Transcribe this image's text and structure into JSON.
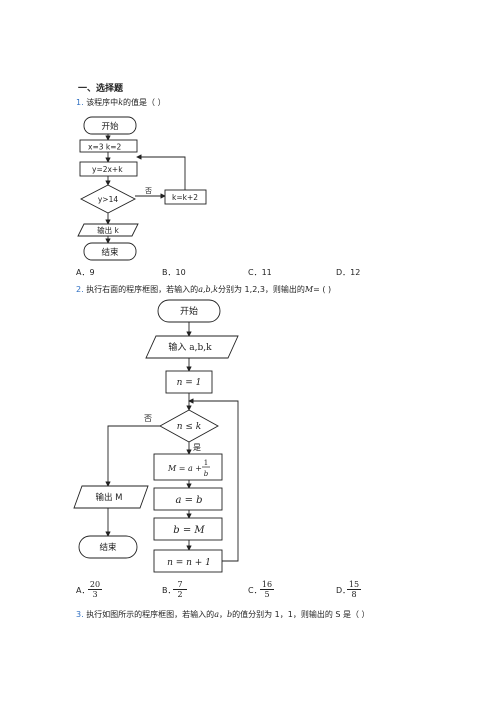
{
  "section_title": "一、选择题",
  "q1": {
    "num": "1.",
    "stem_a": "该程序中",
    "var": "k",
    "stem_b": "的值是（    ）",
    "flow": {
      "start": "开始",
      "init": "x=3  k=2",
      "assign": "y=2x+k",
      "cond": "y>14",
      "no": "否",
      "incr": "k=k+2",
      "output": "输出 k",
      "end": "结束"
    },
    "options": [
      {
        "label": "A．9"
      },
      {
        "label": "B．10"
      },
      {
        "label": "C．11"
      },
      {
        "label": "D．12"
      }
    ]
  },
  "q2": {
    "num": "2.",
    "stem_a": "执行右面的程序框图，若输入的",
    "vars": "a,b,k",
    "stem_b": "分别为 1,2,3，则输出的",
    "m": "M",
    "stem_c": "= ( )",
    "flow": {
      "start": "开始",
      "input": "输入 a,b,k",
      "init": "n = 1",
      "cond": "n ≤ k",
      "no": "否",
      "yes": "是",
      "m_assign_a": "M = a +",
      "m_frac_num": "1",
      "m_frac_den": "b",
      "a_assign": "a = b",
      "b_assign": "b = M",
      "n_incr": "n = n + 1",
      "output": "输出  M",
      "end": "结束"
    },
    "options": [
      {
        "letter": "A．",
        "num": "20",
        "den": "3"
      },
      {
        "letter": "B．",
        "num": "7",
        "den": "2"
      },
      {
        "letter": "C．",
        "num": "16",
        "den": "5"
      },
      {
        "letter": "D．",
        "num": "15",
        "den": "8"
      }
    ]
  },
  "q3": {
    "num": "3.",
    "stem_a": "执行如图所示的程序框图，若输入的",
    "a": "a",
    "sep": "，",
    "b": "b",
    "stem_b": "的值分别为 1，1，则输出的 S 是（    ）"
  }
}
